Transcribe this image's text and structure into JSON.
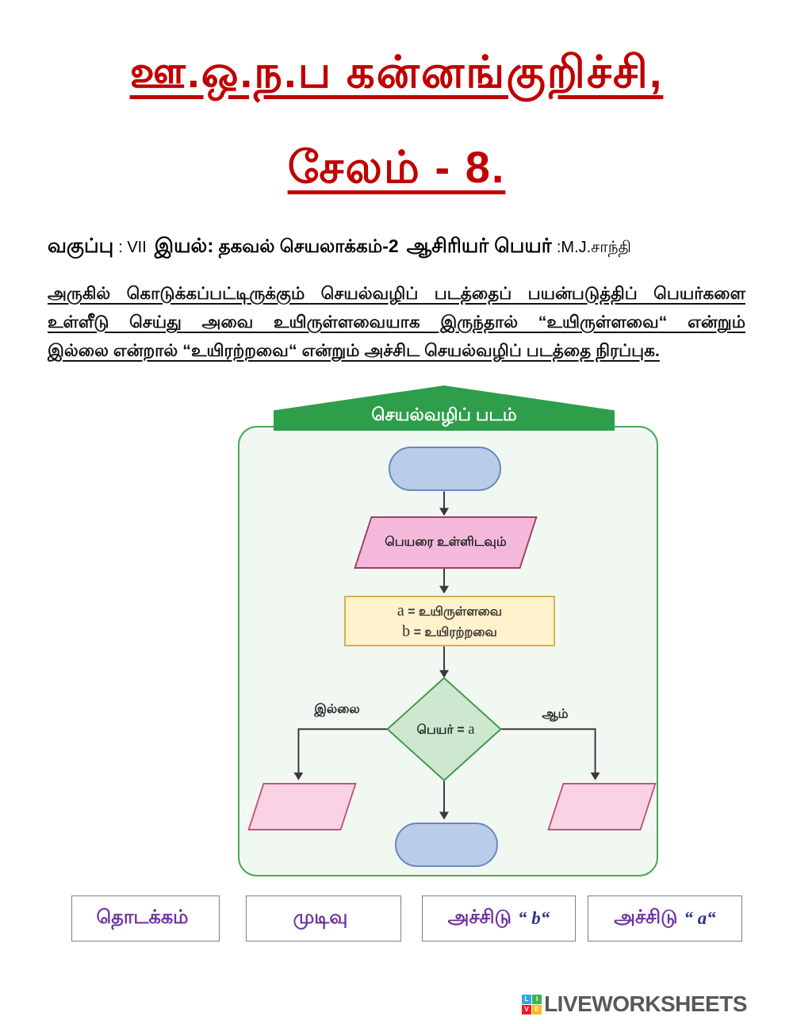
{
  "header": {
    "title_line1": "ஊ.ஒ.ந.ப கன்னங்குறிச்சி,",
    "title_line2": "சேலம் - 8."
  },
  "info": {
    "class_label": "வகுப்பு",
    "class_value": ": VII",
    "subject_label": "இயல்:",
    "subject_value": "தகவல் செயலாக்கம்-2",
    "teacher_label": "ஆசிரியர் பெயர்",
    "teacher_value": ":M.J.சாந்தி"
  },
  "instructions": {
    "line1": "அருகில் கொடுக்கப்பட்டிருக்கும் செயல்வழிப் படத்தைப் பயன்படுத்திப் பெயர்களை",
    "line2": "உள்ளீடு செய்து அவை உயிருள்ளவையாக இருந்தால் “உயிருள்ளவை“ என்றும்",
    "line3": "இல்லை என்றால் “உயிரற்றவை“ என்றும் அச்சிட செயல்வழிப் படத்தை நிரப்புக."
  },
  "flowchart": {
    "banner_title": "செயல்வழிப் படம்",
    "input_label": "பெயரை உள்ளிடவும்",
    "assign": {
      "line1_var": "a",
      "line1_text": "= உயிருள்ளவை",
      "line2_var": "b",
      "line2_text": "= உயிரற்றவை"
    },
    "decision_prefix": "பெயர் = ",
    "decision_var": "a",
    "no_label": "இல்லை",
    "yes_label": "ஆம்"
  },
  "answer_boxes": [
    {
      "text": "தொடக்கம்",
      "var": ""
    },
    {
      "text": "முடிவு",
      "var": ""
    },
    {
      "text": "அச்சிடு",
      "var": "“ b“"
    },
    {
      "text": "அச்சிடு",
      "var": "“ a“"
    }
  ],
  "footer": {
    "brand": "LIVEWORKSHEETS",
    "logo_letters": [
      "L",
      "I",
      "V",
      "E"
    ]
  },
  "colors": {
    "title_red": "#c00000",
    "banner_green": "#2f9e4a",
    "flowchart_bg": "#f1f8f1",
    "terminator_blue": "#b9cce9",
    "input_pink": "#f4b9da",
    "output_pink": "#f9d3e3",
    "assign_yellow": "#fff2cc",
    "decision_green": "#cde8cf",
    "answer_purple": "#7030a0"
  }
}
